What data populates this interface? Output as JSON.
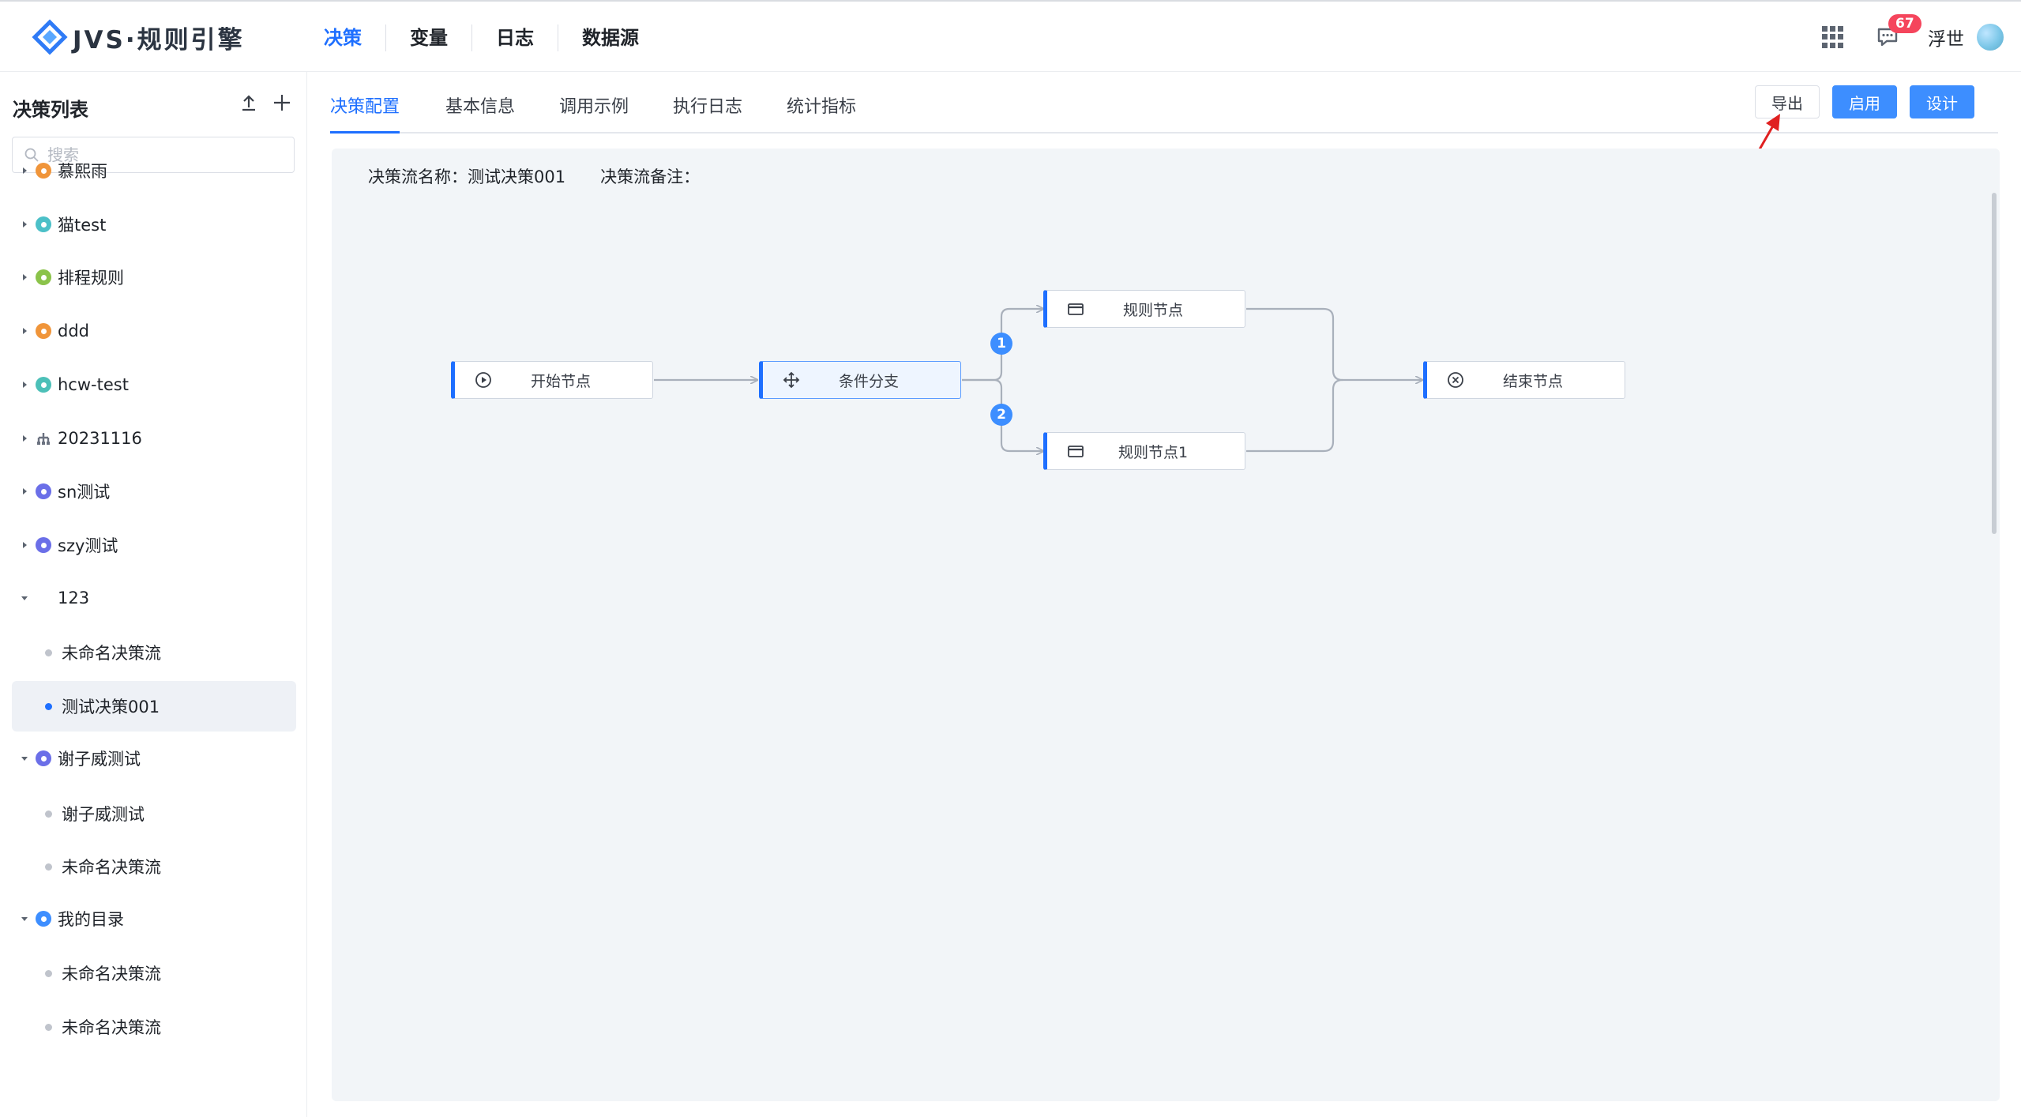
{
  "header": {
    "logo_text": "JVS·规则引擎",
    "nav": [
      "决策",
      "变量",
      "日志",
      "数据源"
    ],
    "active_nav": "决策",
    "message_count": "67",
    "user_name": "浮世",
    "icons": [
      "apps-grid-icon",
      "message-icon",
      "avatar"
    ]
  },
  "sidebar": {
    "title": "决策列表",
    "search_placeholder": "搜索",
    "folders": [
      {
        "label": "慕熙雨",
        "color": "#f0953a"
      },
      {
        "label": "猫test",
        "color": "#4cc0c8"
      },
      {
        "label": "排程规则",
        "color": "#8bc34a"
      },
      {
        "label": "ddd",
        "color": "#f0953a"
      },
      {
        "label": "hcw-test",
        "color": "#4cc0b8"
      },
      {
        "label": "20231116",
        "color": "#6b7280"
      },
      {
        "label": "sn测试",
        "color": "#6b6fe8"
      },
      {
        "label": "szy测试",
        "color": "#6b6fe8"
      },
      {
        "label": "123",
        "color": ""
      },
      {
        "label": "谢子威测试",
        "color": "#6b6fe8"
      },
      {
        "label": "我的目录",
        "color": "#3d8eff"
      }
    ],
    "leaves": [
      "未命名决策流",
      "测试决策001",
      "谢子威测试",
      "未命名决策流",
      "未命名决策流",
      "未命名决策流"
    ]
  },
  "tabs": [
    "决策配置",
    "基本信息",
    "调用示例",
    "执行日志",
    "统计指标"
  ],
  "active_tab": "决策配置",
  "buttons": {
    "export": "导出",
    "enable": "启用",
    "design": "设计"
  },
  "flow": {
    "name_label": "决策流名称：",
    "name_value": "测试决策001",
    "remark_label": "决策流备注：",
    "remark_value": "",
    "nodes": [
      "开始节点",
      "条件分支",
      "规则节点",
      "规则节点1",
      "结束节点"
    ],
    "branch_numbers": [
      "1",
      "2"
    ]
  }
}
